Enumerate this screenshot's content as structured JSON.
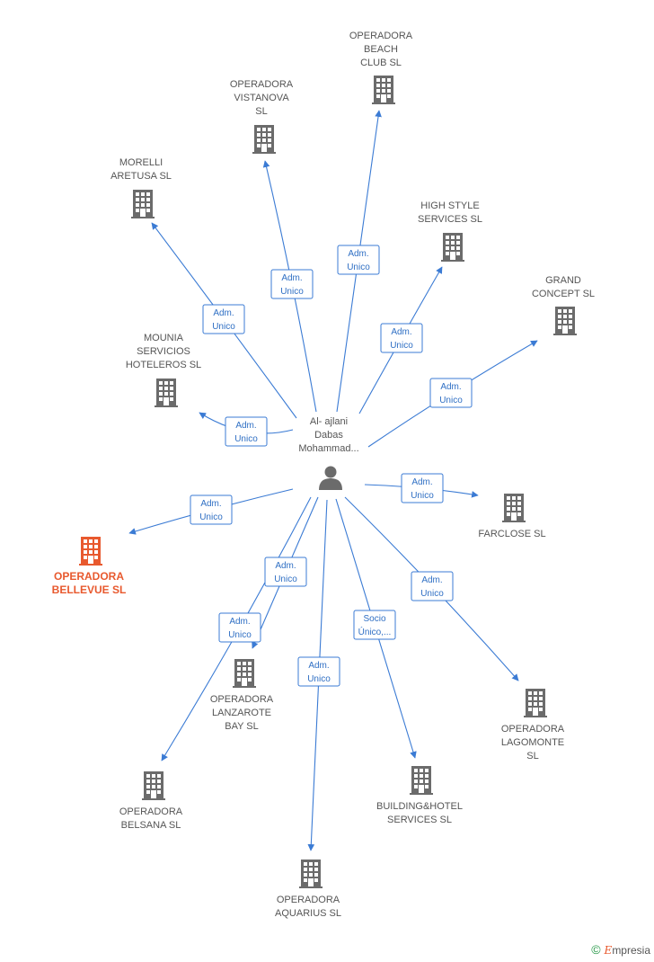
{
  "colors": {
    "edge": "#3b7bd4",
    "building": "#6b6b6b",
    "highlight": "#e8592e",
    "person": "#6b6b6b"
  },
  "center": {
    "label": [
      "Al- ajlani",
      "Dabas",
      "Mohammad..."
    ],
    "icon": "person-icon"
  },
  "nodes": [
    {
      "id": "beach-club",
      "label": [
        "OPERADORA",
        "BEACH",
        "CLUB  SL"
      ]
    },
    {
      "id": "vistanova",
      "label": [
        "OPERADORA",
        "VISTANOVA",
        "SL"
      ]
    },
    {
      "id": "morelli",
      "label": [
        "MORELLI",
        "ARETUSA  SL"
      ]
    },
    {
      "id": "high-style",
      "label": [
        "HIGH STYLE",
        "SERVICES SL"
      ]
    },
    {
      "id": "grand-concept",
      "label": [
        "GRAND",
        "CONCEPT SL"
      ]
    },
    {
      "id": "mounia",
      "label": [
        "MOUNIA",
        "SERVICIOS",
        "HOTELEROS  SL"
      ]
    },
    {
      "id": "farclose",
      "label": [
        "FARCLOSE SL"
      ]
    },
    {
      "id": "bellevue",
      "label": [
        "OPERADORA",
        "BELLEVUE  SL"
      ],
      "highlight": true
    },
    {
      "id": "lanzarote",
      "label": [
        "OPERADORA",
        "LANZAROTE",
        "BAY  SL"
      ]
    },
    {
      "id": "lagomonte",
      "label": [
        "OPERADORA",
        "LAGOMONTE",
        "SL"
      ]
    },
    {
      "id": "belsana",
      "label": [
        "OPERADORA",
        "BELSANA  SL"
      ]
    },
    {
      "id": "building-hotel",
      "label": [
        "BUILDING&HOTEL",
        "SERVICES  SL"
      ]
    },
    {
      "id": "aquarius",
      "label": [
        "OPERADORA",
        "AQUARIUS  SL"
      ]
    }
  ],
  "edges": [
    {
      "to": "beach-club",
      "label": [
        "Adm.",
        "Unico"
      ]
    },
    {
      "to": "vistanova",
      "label": [
        "Adm.",
        "Unico"
      ]
    },
    {
      "to": "morelli",
      "label": [
        "Adm.",
        "Unico"
      ]
    },
    {
      "to": "high-style",
      "label": [
        "Adm.",
        "Unico"
      ]
    },
    {
      "to": "grand-concept",
      "label": [
        "Adm.",
        "Unico"
      ]
    },
    {
      "to": "mounia",
      "label": [
        "Adm.",
        "Unico"
      ]
    },
    {
      "to": "farclose",
      "label": [
        "Adm.",
        "Unico"
      ]
    },
    {
      "to": "bellevue",
      "label": [
        "Adm.",
        "Unico"
      ]
    },
    {
      "to": "lanzarote",
      "label": [
        "Adm.",
        "Unico"
      ]
    },
    {
      "to": "lagomonte",
      "label": [
        "Adm.",
        "Unico"
      ]
    },
    {
      "to": "belsana",
      "label": [
        "Adm.",
        "Unico"
      ]
    },
    {
      "to": "building-hotel",
      "label": [
        "Socio",
        "Único,..."
      ]
    },
    {
      "to": "aquarius",
      "label": [
        "Adm.",
        "Unico"
      ]
    }
  ],
  "footer": {
    "copyright": "©",
    "brand_initial": "E",
    "brand_rest": "mpresia"
  }
}
